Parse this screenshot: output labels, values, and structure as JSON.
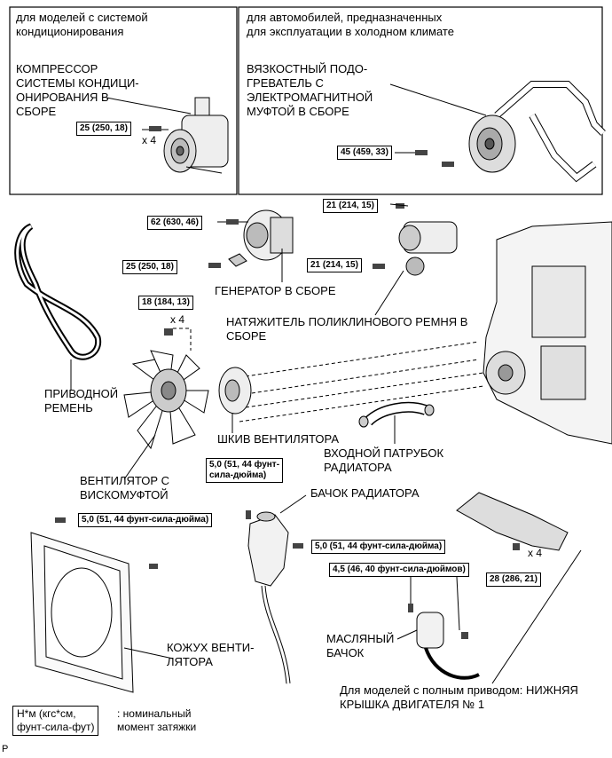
{
  "top_left": {
    "header": "для моделей с системой\nкондиционирования",
    "part": "КОМПРЕССОР\nСИСТЕМЫ КОНДИЦИ-\nОНИРОВАНИЯ В\nСБОРЕ",
    "torque": "25 (250, 18)",
    "qty": "x 4"
  },
  "top_right": {
    "header": "для автомобилей, предназначенных\nдля эксплуатации в холодном климате",
    "part": "ВЯЗКОСТНЫЙ ПОДО-\nГРЕВАТЕЛЬ С\nЭЛЕКТРОМАГНИТНОЙ\nМУФТОЙ В СБОРЕ",
    "torque": "45 (459, 33)"
  },
  "labels": {
    "drive_belt": "ПРИВОДНОЙ\nРЕМЕНЬ",
    "generator": "ГЕНЕРАТОР В СБОРЕ",
    "tensioner": "НАТЯЖИТЕЛЬ ПОЛИКЛИНОВОГО РЕМНЯ В\nСБОРЕ",
    "fan_pulley": "ШКИВ ВЕНТИЛЯТОРА",
    "fan": "ВЕНТИЛЯТОР С\nВИСКОМУФТОЙ",
    "inlet_hose": "ВХОДНОЙ ПАТРУБОК\nРАДИАТОРА",
    "reservoir": "БАЧОК РАДИАТОРА",
    "shroud": "КОЖУХ ВЕНТИ-\nЛЯТОРА",
    "oil_tank": "МАСЛЯНЫЙ\nБАЧОК",
    "lower_cover": "Для моделей с полным приводом: НИЖНЯЯ\nКРЫШКА ДВИГАТЕЛЯ № 1"
  },
  "torques": {
    "gen_upper": "62 (630, 46)",
    "gen_lower": "25 (250, 18)",
    "fan_nut": "18 (184, 13)",
    "fan_nut_qty": "x 4",
    "tens_upper": "21 (214, 15)",
    "tens_lower": "21 (214, 15)",
    "reservoir_top": "5,0 (51, 44 фунт-\nсила-дюйма)",
    "shroud": "5,0 (51, 44 фунт-сила-дюйма)",
    "reservoir_side": "5,0 (51, 44 фунт-сила-дюйма)",
    "oil_tank": "4,5 (46, 40 фунт-сила-дюймов)",
    "cover": "28 (286, 21)",
    "cover_qty": "x 4"
  },
  "legend": {
    "box": "Н*м (кгс*см,\nфунт-сила-фут)",
    "text": ": номинальный\nмомент затяжки"
  },
  "corner_mark": "P"
}
